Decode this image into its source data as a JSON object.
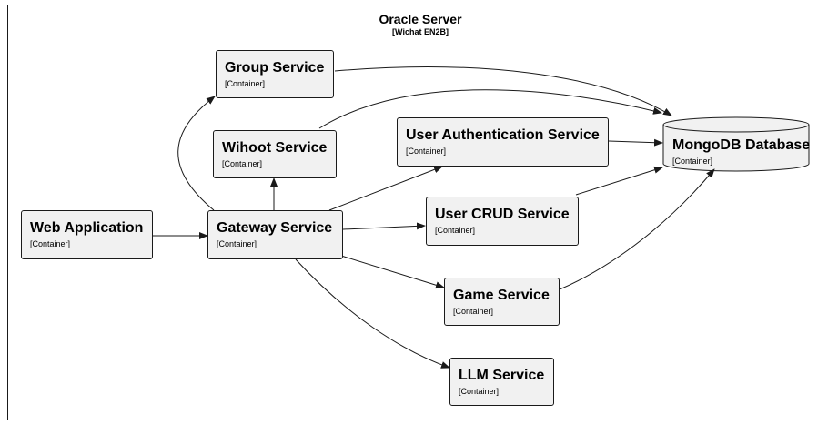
{
  "boundary": {
    "title": "Oracle Server",
    "subtitle": "[Wichat EN2B]"
  },
  "nodes": {
    "group_service": {
      "title": "Group Service",
      "type": "[Container]"
    },
    "wihoot_service": {
      "title": "Wihoot Service",
      "type": "[Container]"
    },
    "user_auth_service": {
      "title": "User Authentication Service",
      "type": "[Container]"
    },
    "web_application": {
      "title": "Web Application",
      "type": "[Container]"
    },
    "gateway_service": {
      "title": "Gateway Service",
      "type": "[Container]"
    },
    "user_crud_service": {
      "title": "User CRUD Service",
      "type": "[Container]"
    },
    "game_service": {
      "title": "Game Service",
      "type": "[Container]"
    },
    "llm_service": {
      "title": "LLM Service",
      "type": "[Container]"
    },
    "mongodb_database": {
      "title": "MongoDB Database",
      "type": "[Container]"
    }
  },
  "edges": [
    {
      "from": "web_application",
      "to": "gateway_service"
    },
    {
      "from": "gateway_service",
      "to": "group_service"
    },
    {
      "from": "gateway_service",
      "to": "wihoot_service"
    },
    {
      "from": "gateway_service",
      "to": "user_auth_service"
    },
    {
      "from": "gateway_service",
      "to": "user_crud_service"
    },
    {
      "from": "gateway_service",
      "to": "game_service"
    },
    {
      "from": "gateway_service",
      "to": "llm_service"
    },
    {
      "from": "group_service",
      "to": "mongodb_database"
    },
    {
      "from": "wihoot_service",
      "to": "mongodb_database"
    },
    {
      "from": "user_auth_service",
      "to": "mongodb_database"
    },
    {
      "from": "user_crud_service",
      "to": "mongodb_database"
    },
    {
      "from": "game_service",
      "to": "mongodb_database"
    }
  ]
}
